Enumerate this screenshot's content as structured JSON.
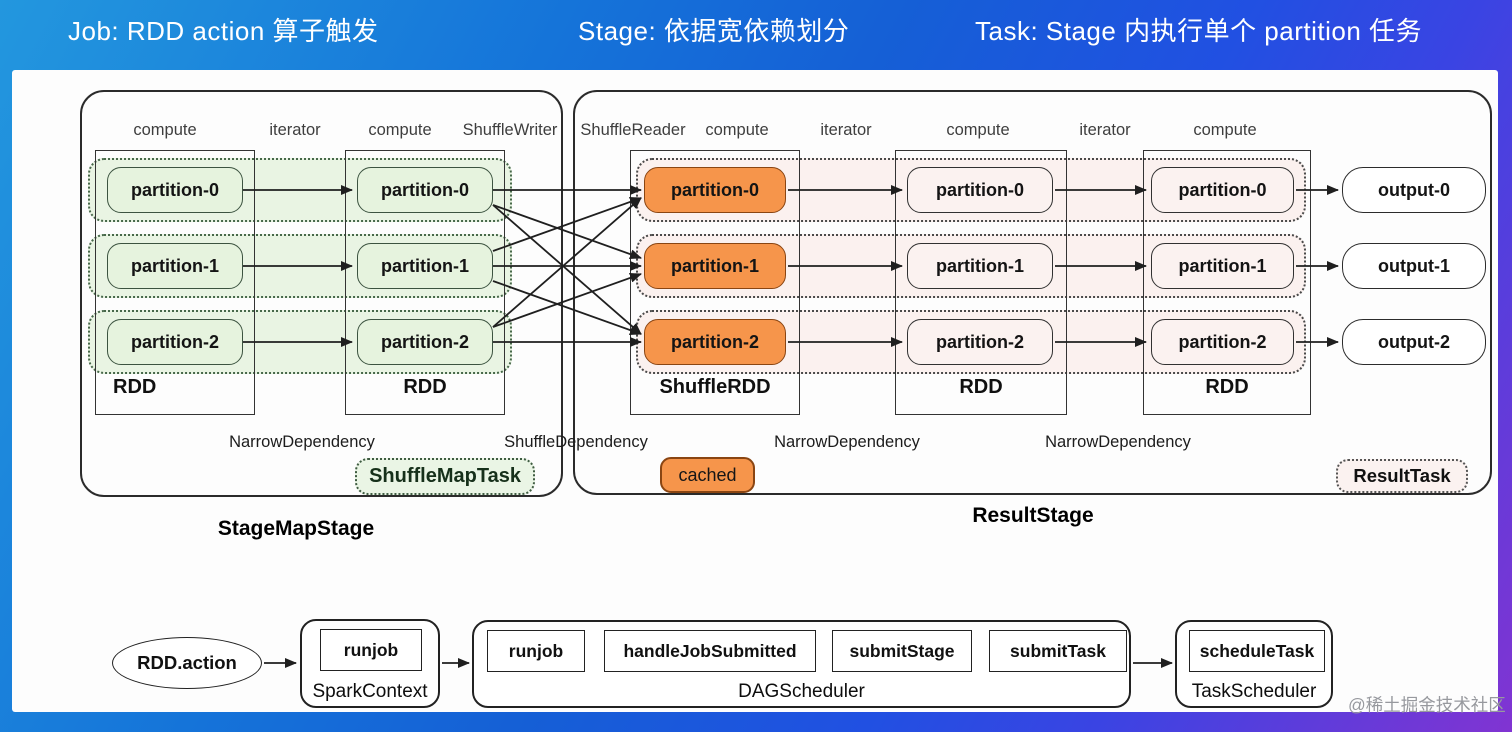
{
  "header": {
    "items": [
      {
        "label": "Job: RDD action 算子触发"
      },
      {
        "label": "Stage: 依据宽依赖划分"
      },
      {
        "label": "Task: Stage 内执行单个 partition 任务"
      }
    ]
  },
  "diagram": {
    "column_headers": [
      "compute",
      "iterator",
      "compute",
      "ShuffleWriter",
      "ShuffleReader",
      "compute",
      "iterator",
      "compute",
      "iterator",
      "compute"
    ],
    "columns": [
      {
        "label": "RDD",
        "theme": "green",
        "partitions": [
          "partition-0",
          "partition-1",
          "partition-2"
        ]
      },
      {
        "label": "RDD",
        "theme": "green",
        "partitions": [
          "partition-0",
          "partition-1",
          "partition-2"
        ]
      },
      {
        "label": "ShuffleRDD",
        "theme": "orange",
        "partitions": [
          "partition-0",
          "partition-1",
          "partition-2"
        ]
      },
      {
        "label": "RDD",
        "theme": "pink",
        "partitions": [
          "partition-0",
          "partition-1",
          "partition-2"
        ]
      },
      {
        "label": "RDD",
        "theme": "pink",
        "partitions": [
          "partition-0",
          "partition-1",
          "partition-2"
        ]
      }
    ],
    "outputs": [
      "output-0",
      "output-1",
      "output-2"
    ],
    "dependencies": [
      "NarrowDependency",
      "ShuffleDependency",
      "NarrowDependency",
      "NarrowDependency"
    ],
    "stages": [
      {
        "title": "StageMapStage",
        "badge": "ShuffleMapTask"
      },
      {
        "title": "ResultStage",
        "badge": "ResultTask",
        "cache_badge": "cached"
      }
    ]
  },
  "flow": {
    "start": "RDD.action",
    "containers": [
      {
        "label": "SparkContext",
        "methods": [
          "runjob"
        ]
      },
      {
        "label": "DAGScheduler",
        "methods": [
          "runjob",
          "handleJobSubmitted",
          "submitStage",
          "submitTask"
        ]
      },
      {
        "label": "TaskScheduler",
        "methods": [
          "scheduleTask"
        ]
      }
    ]
  },
  "watermark": "@稀土掘金技术社区",
  "colors": {
    "green_fill": "#e6f3de",
    "green_border": "#3c5340",
    "orange_fill": "#f6954b",
    "orange_border": "#8a4512",
    "pink_fill": "#fbf2f0",
    "arrow": "#1f1f1f",
    "header_text": "#ffffff"
  }
}
